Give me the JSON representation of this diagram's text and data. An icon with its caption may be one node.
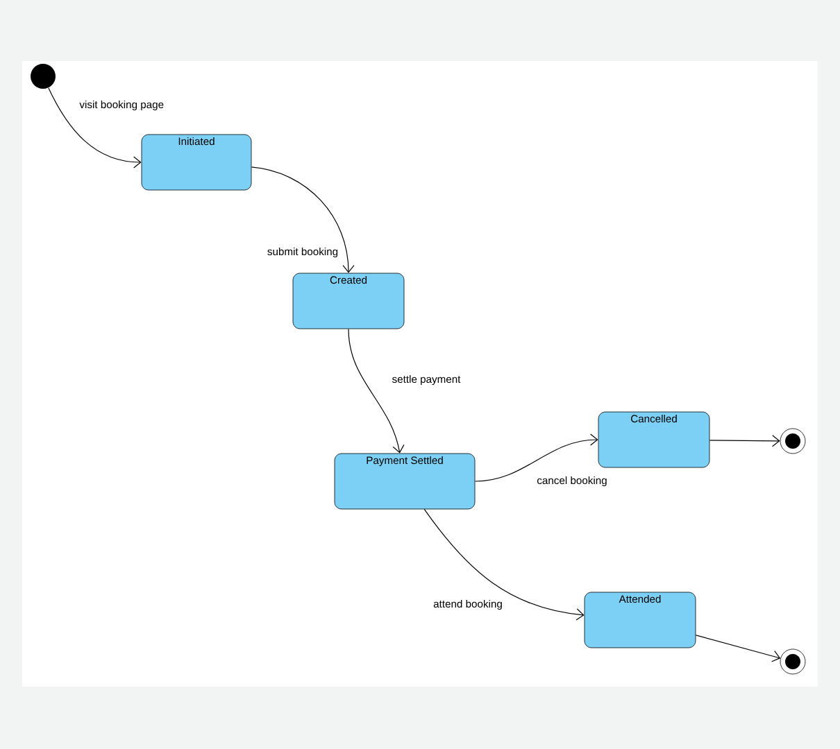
{
  "diagram": {
    "nodes": [
      {
        "text": [],
        "shape": "circle"
      },
      {
        "text": [
          "Initiated"
        ]
      },
      {
        "text": [
          "Created"
        ]
      },
      {
        "text": [
          "Payment Settled"
        ]
      },
      {
        "text": [
          "Cancelled"
        ]
      },
      {
        "text": [
          "Attended"
        ]
      },
      {
        "text": [],
        "shape": "ring"
      },
      {
        "text": [],
        "shape": "ring"
      }
    ],
    "edges": [
      {
        "from": 0,
        "to": 1,
        "arrow": "to",
        "label": "visit booking page"
      },
      {
        "from": 1,
        "to": 2,
        "arrow": "to",
        "label": "submit booking"
      },
      {
        "from": 2,
        "to": 3,
        "arrow": "to",
        "label": "settle payment"
      },
      {
        "from": 3,
        "to": 4,
        "arrow": "to",
        "label": "cancel booking"
      },
      {
        "from": 3,
        "to": 5,
        "arrow": "to",
        "label": "attend booking"
      },
      {
        "from": 4,
        "to": 6,
        "arrow": "to"
      },
      {
        "from": 5,
        "to": 7,
        "arrow": "to"
      }
    ]
  }
}
